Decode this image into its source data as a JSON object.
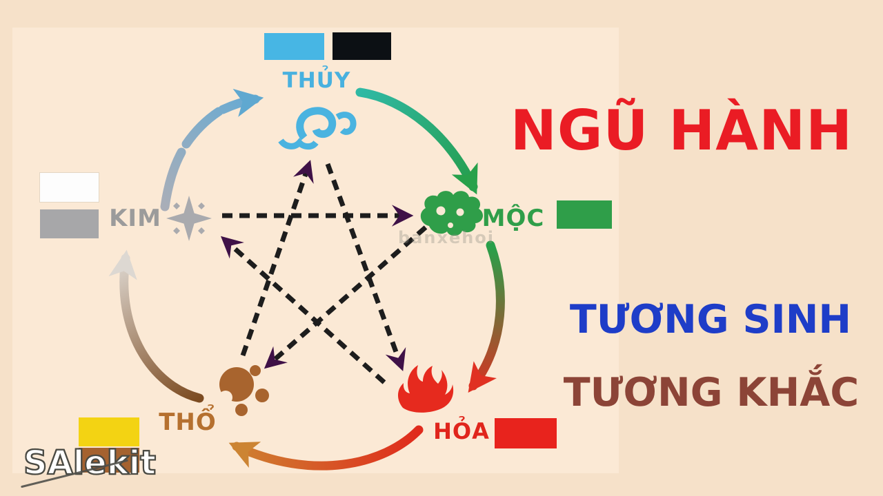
{
  "poster": {
    "title": "NGŨ HÀNH",
    "cycle_labels": {
      "sinh": "TƯƠNG SINH",
      "khac": "TƯƠNG KHẮC"
    },
    "watermark_main": "SAlekit",
    "watermark_faint": "banxehoi"
  },
  "elements": [
    {
      "name": "THỦY",
      "english": "water",
      "label_color": "#48b1df",
      "swatches": [
        "#47b6e4",
        "#0c1014"
      ]
    },
    {
      "name": "MỘC",
      "english": "wood",
      "label_color": "#2f9e49",
      "swatches": [
        "#2f9e49"
      ]
    },
    {
      "name": "HỎA",
      "english": "fire",
      "label_color": "#e0251c",
      "swatches": [
        "#e8231d"
      ]
    },
    {
      "name": "THỔ",
      "english": "earth",
      "label_color": "#b5702f",
      "swatches": [
        "#f3d313",
        "#a5622f"
      ]
    },
    {
      "name": "KIM",
      "english": "metal",
      "label_color": "#9b9b9b",
      "swatches": [
        "#fdfdfd",
        "#a7a7a9"
      ]
    }
  ],
  "sinh_cycle": [
    {
      "from": "KIM",
      "to": "THỦY"
    },
    {
      "from": "THỦY",
      "to": "MỘC"
    },
    {
      "from": "MỘC",
      "to": "HỎA"
    },
    {
      "from": "HỎA",
      "to": "THỔ"
    },
    {
      "from": "THỔ",
      "to": "KIM"
    }
  ],
  "khac_cycle": [
    {
      "from": "KIM",
      "to": "MỘC"
    },
    {
      "from": "MỘC",
      "to": "THỔ"
    },
    {
      "from": "THỔ",
      "to": "THỦY"
    },
    {
      "from": "THỦY",
      "to": "HỎA"
    },
    {
      "from": "HỎA",
      "to": "KIM"
    }
  ],
  "colors": {
    "title_red": "#ea1c24",
    "sinh_blue": "#1e3dc8",
    "khac_brown": "#8c4437",
    "background": "#f6e1c9",
    "inner_background": "#fbe9d5",
    "khac_arrow_dash": "#1d1d1d",
    "khac_arrowhead": "#3f1147"
  }
}
